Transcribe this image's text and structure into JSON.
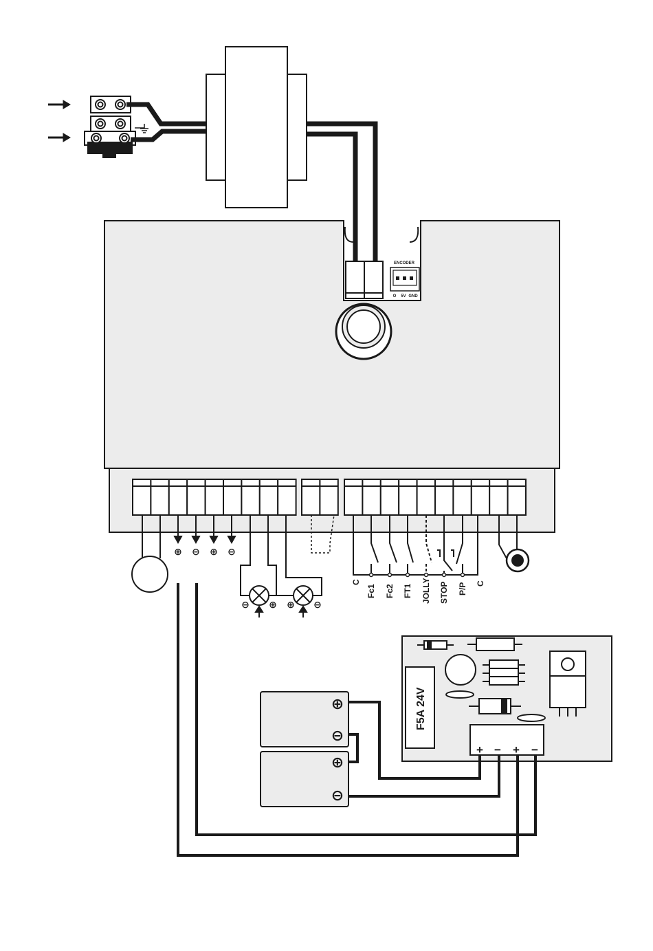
{
  "encoder": {
    "title": "ENCODER",
    "pins": [
      "O",
      "5V",
      "GND"
    ]
  },
  "terminal_labels": [
    "C",
    "Fc1",
    "Fc2",
    "FT1",
    "JOLLY",
    "STOP",
    "P/P",
    "C"
  ],
  "output_signs": [
    "⊕",
    "⊖",
    "⊕",
    "⊖"
  ],
  "lamp_signs": [
    "⊖",
    "⊕",
    "⊕",
    "⊖"
  ],
  "charger": {
    "fuse_label": "F5A 24V",
    "terminal_signs": [
      "+",
      "−",
      "+",
      "−"
    ]
  },
  "battery_signs": [
    "⊕",
    "⊖",
    "⊕",
    "⊖"
  ],
  "colors": {
    "line": "#1a1a1a",
    "panel": "#ececec",
    "fill": "#ffffff"
  }
}
